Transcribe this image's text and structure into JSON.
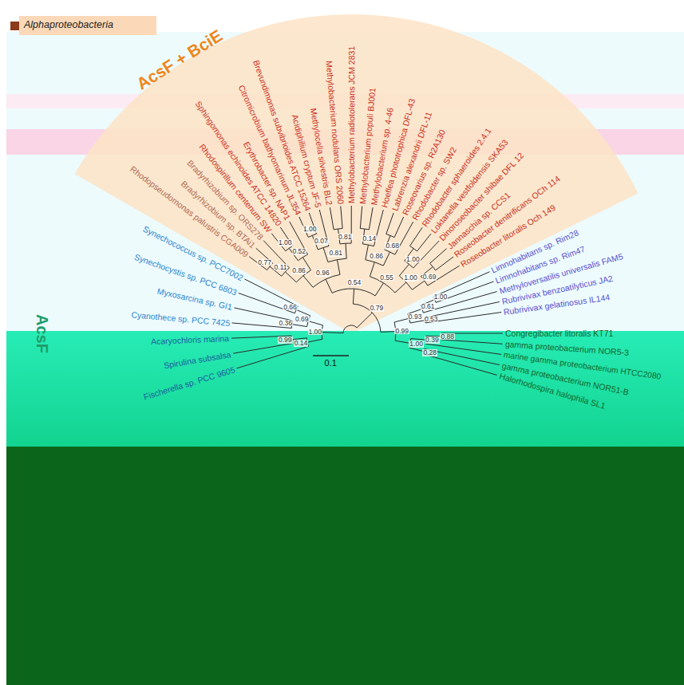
{
  "diagram": {
    "labels": [
      "Rhodopseudomonas palustris CGA009",
      "Bradyrhizobium sp. BTAi1",
      "Bradyrhizobium sp. ORS278",
      "Rhodospirillum centenum SW",
      "Sphingomonas echinoides ATCC 14820",
      "Erythrobacter sp. NAP1",
      "Citromicrobium bathyomarinum JL354",
      "Brevundimonas subvibrioides ATCC 15264",
      "Acidiphilium cryptum JF-5",
      "Methylocella silvestris BL2",
      "Methylobacterium nodulans ORS 2060",
      "Methylobacterium radiotolerans JCM 2831",
      "Methylobacterium populi BJ001",
      "Methylobacterium sp. 4-46",
      "Hoeflea phototrophica DFL-43",
      "Labrenzia alexandrii DFL-11",
      "Roseovarius sp. R2A130",
      "Rhodobacter sp. SW2",
      "Rhodobacter sphaeroides 2.4.1",
      "Loktanella vestfoldensis SKA53",
      "Dinoroseobacter shibae DFL 12",
      "Jannaschia sp. CCS1",
      "Roseobacter denitrificans OCh 114",
      "Roseobacter litoralis Och 149",
      "Limnohabitans sp. Rim28",
      "Limnohabitans sp. Rim47",
      "Methyloversatilis universalis FAM5",
      "Rubrivivax benzoatilyticus JA2",
      "Rubrivivax gelatinosus IL144",
      "Congregibacter litoralis KT71",
      "gamma proteobacterium NOR5-3",
      "marine gamma proteobacterium HTCC2080",
      "gamma proteobacterium NOR51-B",
      "Halorhodospira halophila SL1",
      "Synechococcus sp. PCC7002",
      "Synechocystis sp. PCC 6803",
      "Myxosarcina sp. GI1",
      "Cyanothece sp. PCC 7425",
      "Acaryochloris marina",
      "Spirulina subsalsa",
      "Fischerella sp. PCC 9605",
      "AcsF + BciE",
      "AcsF",
      "1.00",
      "0.79",
      "0.69",
      "0.14",
      "0.54",
      "0.99",
      "0.66",
      "0.36",
      "0.99",
      "0.96",
      "0.55",
      "0.93",
      "1.00",
      "0.86",
      "0.81",
      "0.86",
      "1.00",
      "0.61",
      "0.53",
      "0.39",
      "0.28",
      "0.11",
      "0.52",
      "0.07",
      "0.81",
      "0.14",
      "0.68",
      "1.00",
      "0.69",
      "1.00",
      "0.88",
      "0.77",
      "1.00",
      "1.00",
      "0.1"
    ],
    "legend": [
      {
        "text": "Alphaproteobacteria",
        "color": "#8b3a1a"
      }
    ]
  }
}
